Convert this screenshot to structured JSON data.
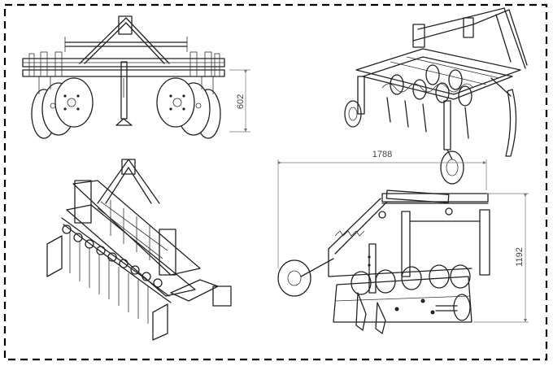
{
  "colors": {
    "ink": "#222222",
    "dimension": "#777777",
    "frame": "#000000"
  },
  "views": {
    "front": {
      "height_label": "602"
    },
    "side": {
      "width_label": "1788",
      "height_label": "1192"
    }
  }
}
